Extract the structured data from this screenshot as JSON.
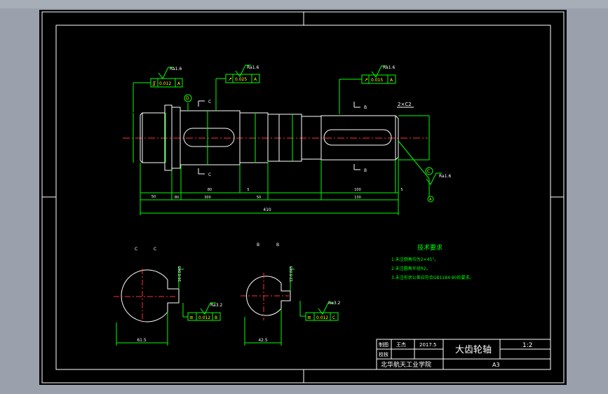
{
  "title_block": {
    "drawn_label": "制图",
    "drawn_by": "王杰",
    "date": "2017.5",
    "checked_label": "校核",
    "part_name": "大齿轮轴",
    "scale": "1:2",
    "school": "北华航天工业学院",
    "sheet_size": "A3"
  },
  "tech_requirements": {
    "title": "技术要求",
    "items": [
      "1.未注倒角均为2×45°。",
      "2.未注圆角半径R2。",
      "3.未注形状公差应符合GB1184-80的要求。"
    ]
  },
  "dims": {
    "total_length": "410",
    "d1": "50",
    "d2": "80",
    "d3": "300",
    "d4": "80",
    "d5": "5",
    "d6": "50",
    "d7": "100",
    "d8": "5",
    "d9": "130",
    "chamfer": "2×C2",
    "sec_cc_width": "61.5",
    "sec_bb_width": "42.5",
    "sec_cc_key": "16-0.043",
    "sec_bb_key": "12-0.043"
  },
  "gdt": {
    "f1_tol": "0.012",
    "f1_ref": "A",
    "f2_tol": "0.025",
    "f2_ref": "A",
    "f3_tol": "0.015",
    "f3_ref": "A",
    "f4_tol": "0.012",
    "f4_ref": "B",
    "f5_tol": "0.012",
    "f5_ref": "C"
  },
  "roughness": {
    "r1": "Ra1.6",
    "r2": "Ra1.6",
    "r3": "Ra1.6",
    "r4": "Ra1.6",
    "r5": "Ra3.2",
    "r6": "Ra3.2"
  },
  "labels": {
    "datum_d": "D",
    "datum_a": "A",
    "datum_c": "C",
    "cut_c_top": "C",
    "cut_c_bot": "C",
    "cut_b_top": "B",
    "cut_b_bot": "B",
    "sec_cc_1": "C",
    "sec_cc_2": "C",
    "sec_bb_1": "B",
    "sec_bb_2": "B"
  }
}
